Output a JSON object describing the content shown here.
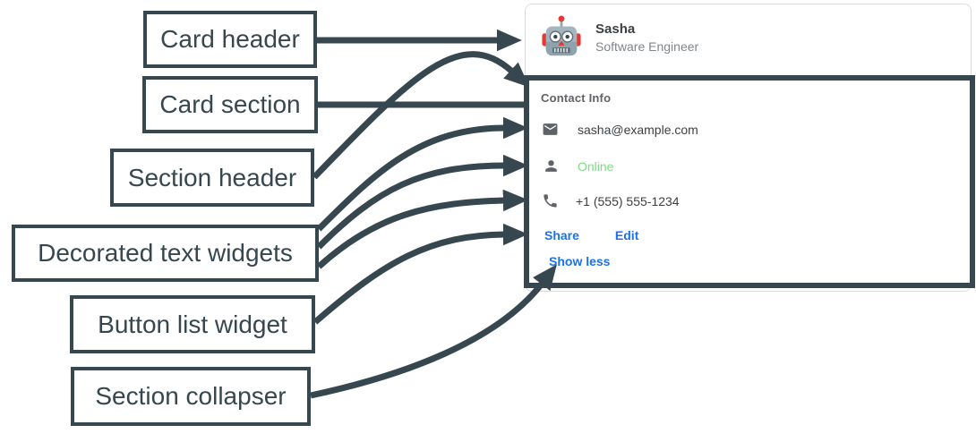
{
  "annotations": [
    "Card header",
    "Card section",
    "Section header",
    "Decorated text widgets",
    "Button list widget",
    "Section collapser"
  ],
  "card": {
    "header": {
      "avatar_icon": "robot-avatar",
      "title": "Sasha",
      "subtitle": "Software Engineer"
    },
    "section": {
      "title": "Contact Info",
      "widgets": [
        {
          "icon": "email-icon",
          "text": "sasha@example.com"
        },
        {
          "icon": "person-icon",
          "text": "Online"
        },
        {
          "icon": "phone-icon",
          "text": "+1 (555) 555-1234"
        }
      ],
      "buttons": [
        {
          "label": "Share"
        },
        {
          "label": "Edit"
        }
      ],
      "collapser": {
        "label": "Show less"
      }
    }
  },
  "colors": {
    "annotation_dark": "#37474f",
    "card_border": "#dadce0",
    "text_primary": "#3c4043",
    "text_secondary": "#80868b",
    "section_header_gray": "#5f6368",
    "online_green": "#7ddb8a",
    "link_blue": "#1a73e8"
  }
}
